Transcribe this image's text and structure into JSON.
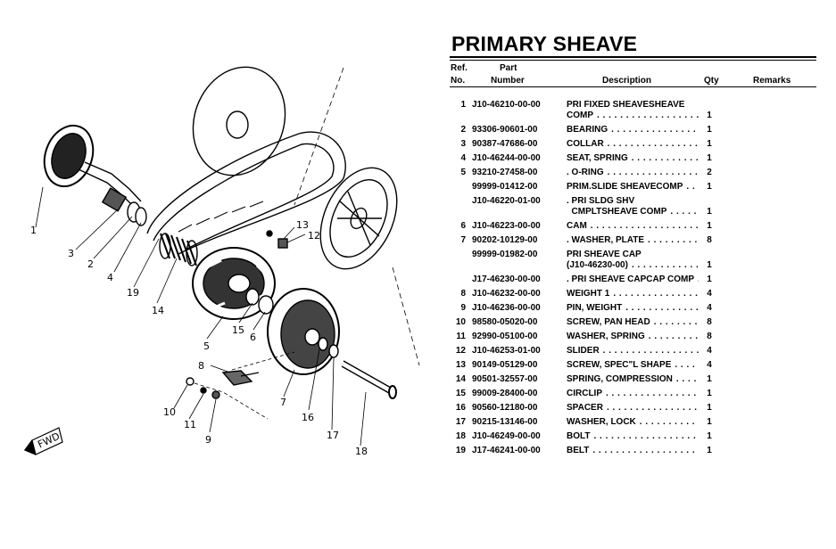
{
  "title": "PRIMARY SHEAVE",
  "headers": {
    "ref_line1": "Ref.",
    "ref_line2": "No.",
    "part_line1": "Part",
    "part_line2": "Number",
    "description": "Description",
    "qty": "Qty",
    "remarks": "Remarks"
  },
  "parts": [
    {
      "ref": "1",
      "part": "J10-46210-00-00",
      "desc": [
        "PRI FIXED SHEAVESHEAVE",
        "COMP"
      ],
      "qty": "1"
    },
    {
      "ref": "2",
      "part": "93306-90601-00",
      "desc": [
        "BEARING"
      ],
      "qty": "1"
    },
    {
      "ref": "3",
      "part": "90387-47686-00",
      "desc": [
        "COLLAR"
      ],
      "qty": "1"
    },
    {
      "ref": "4",
      "part": "J10-46244-00-00",
      "desc": [
        "SEAT, SPRING"
      ],
      "qty": "1"
    },
    {
      "ref": "5",
      "part": "93210-27458-00",
      "desc": [
        ". O-RING"
      ],
      "qty": "2"
    },
    {
      "ref": "",
      "part": "99999-01412-00",
      "desc": [
        "PRIM.SLIDE SHEAVECOMP"
      ],
      "qty": "1"
    },
    {
      "ref": "",
      "part": "J10-46220-01-00",
      "desc": [
        ". PRI SLDG SHV",
        "  CMPLTSHEAVE COMP"
      ],
      "qty": "1"
    },
    {
      "ref": "6",
      "part": "J10-46223-00-00",
      "desc": [
        "CAM"
      ],
      "qty": "1"
    },
    {
      "ref": "7",
      "part": "90202-10129-00",
      "desc": [
        ". WASHER, PLATE"
      ],
      "qty": "8"
    },
    {
      "ref": "",
      "part": "99999-01982-00",
      "desc": [
        "PRI SHEAVE CAP",
        "(J10-46230-00)"
      ],
      "qty": "1"
    },
    {
      "ref": "",
      "part": "J17-46230-00-00",
      "desc": [
        ". PRI SHEAVE CAPCAP COMP"
      ],
      "qty": "1"
    },
    {
      "ref": "8",
      "part": "J10-46232-00-00",
      "desc": [
        "WEIGHT 1"
      ],
      "qty": "4"
    },
    {
      "ref": "9",
      "part": "J10-46236-00-00",
      "desc": [
        "PIN, WEIGHT"
      ],
      "qty": "4"
    },
    {
      "ref": "10",
      "part": "98580-05020-00",
      "desc": [
        "SCREW, PAN HEAD"
      ],
      "qty": "8"
    },
    {
      "ref": "11",
      "part": "92990-05100-00",
      "desc": [
        "WASHER, SPRING"
      ],
      "qty": "8"
    },
    {
      "ref": "12",
      "part": "J10-46253-01-00",
      "desc": [
        "SLIDER"
      ],
      "qty": "4"
    },
    {
      "ref": "13",
      "part": "90149-05129-00",
      "desc": [
        "SCREW, SPEC\"L SHAPE"
      ],
      "qty": "4"
    },
    {
      "ref": "14",
      "part": "90501-32557-00",
      "desc": [
        "SPRING, COMPRESSION"
      ],
      "qty": "1"
    },
    {
      "ref": "15",
      "part": "99009-28400-00",
      "desc": [
        "CIRCLIP"
      ],
      "qty": "1"
    },
    {
      "ref": "16",
      "part": "90560-12180-00",
      "desc": [
        "SPACER"
      ],
      "qty": "1"
    },
    {
      "ref": "17",
      "part": "90215-13146-00",
      "desc": [
        "WASHER, LOCK"
      ],
      "qty": "1"
    },
    {
      "ref": "18",
      "part": "J10-46249-00-00",
      "desc": [
        "BOLT"
      ],
      "qty": "1"
    },
    {
      "ref": "19",
      "part": "J17-46241-00-00",
      "desc": [
        "BELT"
      ],
      "qty": "1"
    }
  ],
  "diagram": {
    "fwd_label": "FWD",
    "callouts": [
      "1",
      "2",
      "3",
      "4",
      "5",
      "6",
      "7",
      "8",
      "9",
      "10",
      "11",
      "12",
      "13",
      "14",
      "15",
      "16",
      "17",
      "18",
      "19"
    ]
  }
}
